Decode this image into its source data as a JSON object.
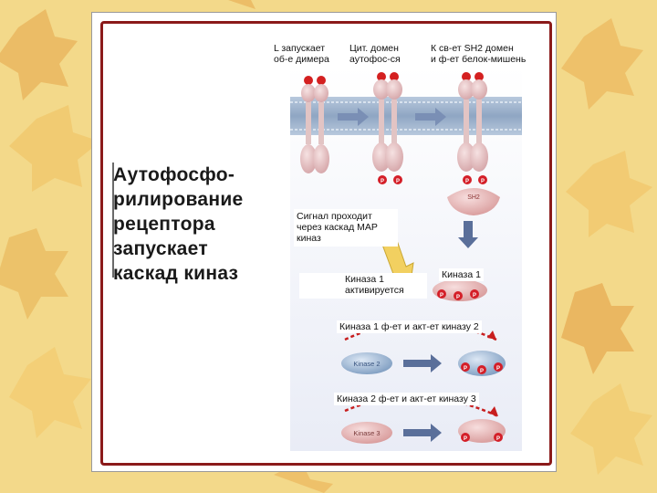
{
  "heading": {
    "lines": [
      "Аутофосфо-",
      "рилирование",
      "рецептора",
      "запускает",
      "каскад киназ"
    ]
  },
  "figure": {
    "top_labels": [
      {
        "line1": "L запускает",
        "line2": "об-е димера"
      },
      {
        "line1": "Цит. домен",
        "line2": "аутофос-ся"
      },
      {
        "line1": "К св-ет SH2 домен",
        "line2": "и ф-ет белок-мишень"
      }
    ],
    "signal_text": {
      "line1": "Сигнал проходит",
      "line2": "через каскад MAP",
      "line3": "киназ"
    },
    "kinase_activated": {
      "line1": "Киназа 1",
      "line2": "активируется"
    },
    "kinase1_label": "Киназа 1",
    "step1_text": "Киназа 1 ф-ет и акт-ет киназу 2",
    "step2_text": "Киназа 2 ф-ет и акт-ет киназу 3",
    "kinase2_name": "Kinase 2",
    "kinase3_name": "Kinase 3",
    "sh2_label": "SH2",
    "phospho_label": "P"
  },
  "colors": {
    "frame": "#8b1a1a",
    "membrane": "#9fb4cf",
    "receptor": "#e6c2c4",
    "ligand": "#d42020",
    "phospho": "#d41f28",
    "kinase_inactive": "#8aa7c8",
    "arrow_red": "#c81e1e",
    "arrow_blue": "#5a6f9a"
  }
}
